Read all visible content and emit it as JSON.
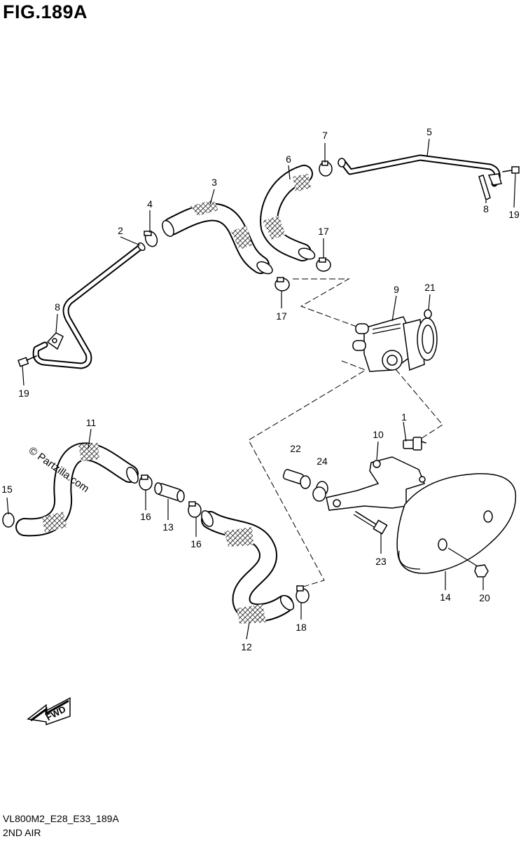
{
  "figure": {
    "title": "FIG.189A",
    "code": "VL800M2_E28_E33_189A",
    "subtitle": "2ND AIR"
  },
  "watermark": "© Partzilla.com",
  "direction_badge": "FWD",
  "callouts": [
    "1",
    "2",
    "3",
    "4",
    "5",
    "6",
    "7",
    "8",
    "8",
    "9",
    "10",
    "11",
    "12",
    "13",
    "14",
    "15",
    "16",
    "16",
    "17",
    "17",
    "18",
    "19",
    "19",
    "20",
    "21",
    "22",
    "23",
    "24"
  ],
  "labels": {
    "p1": "1",
    "p2": "2",
    "p3": "3",
    "p4": "4",
    "p5": "5",
    "p6": "6",
    "p7": "7",
    "p8a": "8",
    "p8b": "8",
    "p9": "9",
    "p10": "10",
    "p11": "11",
    "p12": "12",
    "p13": "13",
    "p14": "14",
    "p15": "15",
    "p16a": "16",
    "p16b": "16",
    "p17a": "17",
    "p17b": "17",
    "p18": "18",
    "p19a": "19",
    "p19b": "19",
    "p20": "20",
    "p21": "21",
    "p22": "22",
    "p23": "23",
    "p24": "24"
  },
  "parts": [
    {
      "ref": "2",
      "icon": "air-pipe"
    },
    {
      "ref": "3",
      "icon": "hose"
    },
    {
      "ref": "4",
      "icon": "hose-clamp"
    },
    {
      "ref": "5",
      "icon": "air-pipe"
    },
    {
      "ref": "6",
      "icon": "hose"
    },
    {
      "ref": "7",
      "icon": "hose-clamp"
    },
    {
      "ref": "8",
      "icon": "pipe-bracket"
    },
    {
      "ref": "9",
      "icon": "reed-valve-assembly"
    },
    {
      "ref": "10",
      "icon": "valve-bracket"
    },
    {
      "ref": "11",
      "icon": "hose"
    },
    {
      "ref": "12",
      "icon": "hose"
    },
    {
      "ref": "13",
      "icon": "hose-joint"
    },
    {
      "ref": "14",
      "icon": "air-cleaner-case"
    },
    {
      "ref": "16",
      "icon": "hose-clamp"
    },
    {
      "ref": "17",
      "icon": "hose-clamp"
    },
    {
      "ref": "18",
      "icon": "hose-clamp"
    },
    {
      "ref": "19",
      "icon": "bolt"
    },
    {
      "ref": "20",
      "icon": "nut"
    },
    {
      "ref": "21",
      "icon": "washer"
    },
    {
      "ref": "22",
      "icon": "collar"
    },
    {
      "ref": "23",
      "icon": "bolt"
    },
    {
      "ref": "24",
      "icon": "grommet"
    }
  ],
  "colors": {
    "line": "#000000",
    "background": "#ffffff"
  }
}
